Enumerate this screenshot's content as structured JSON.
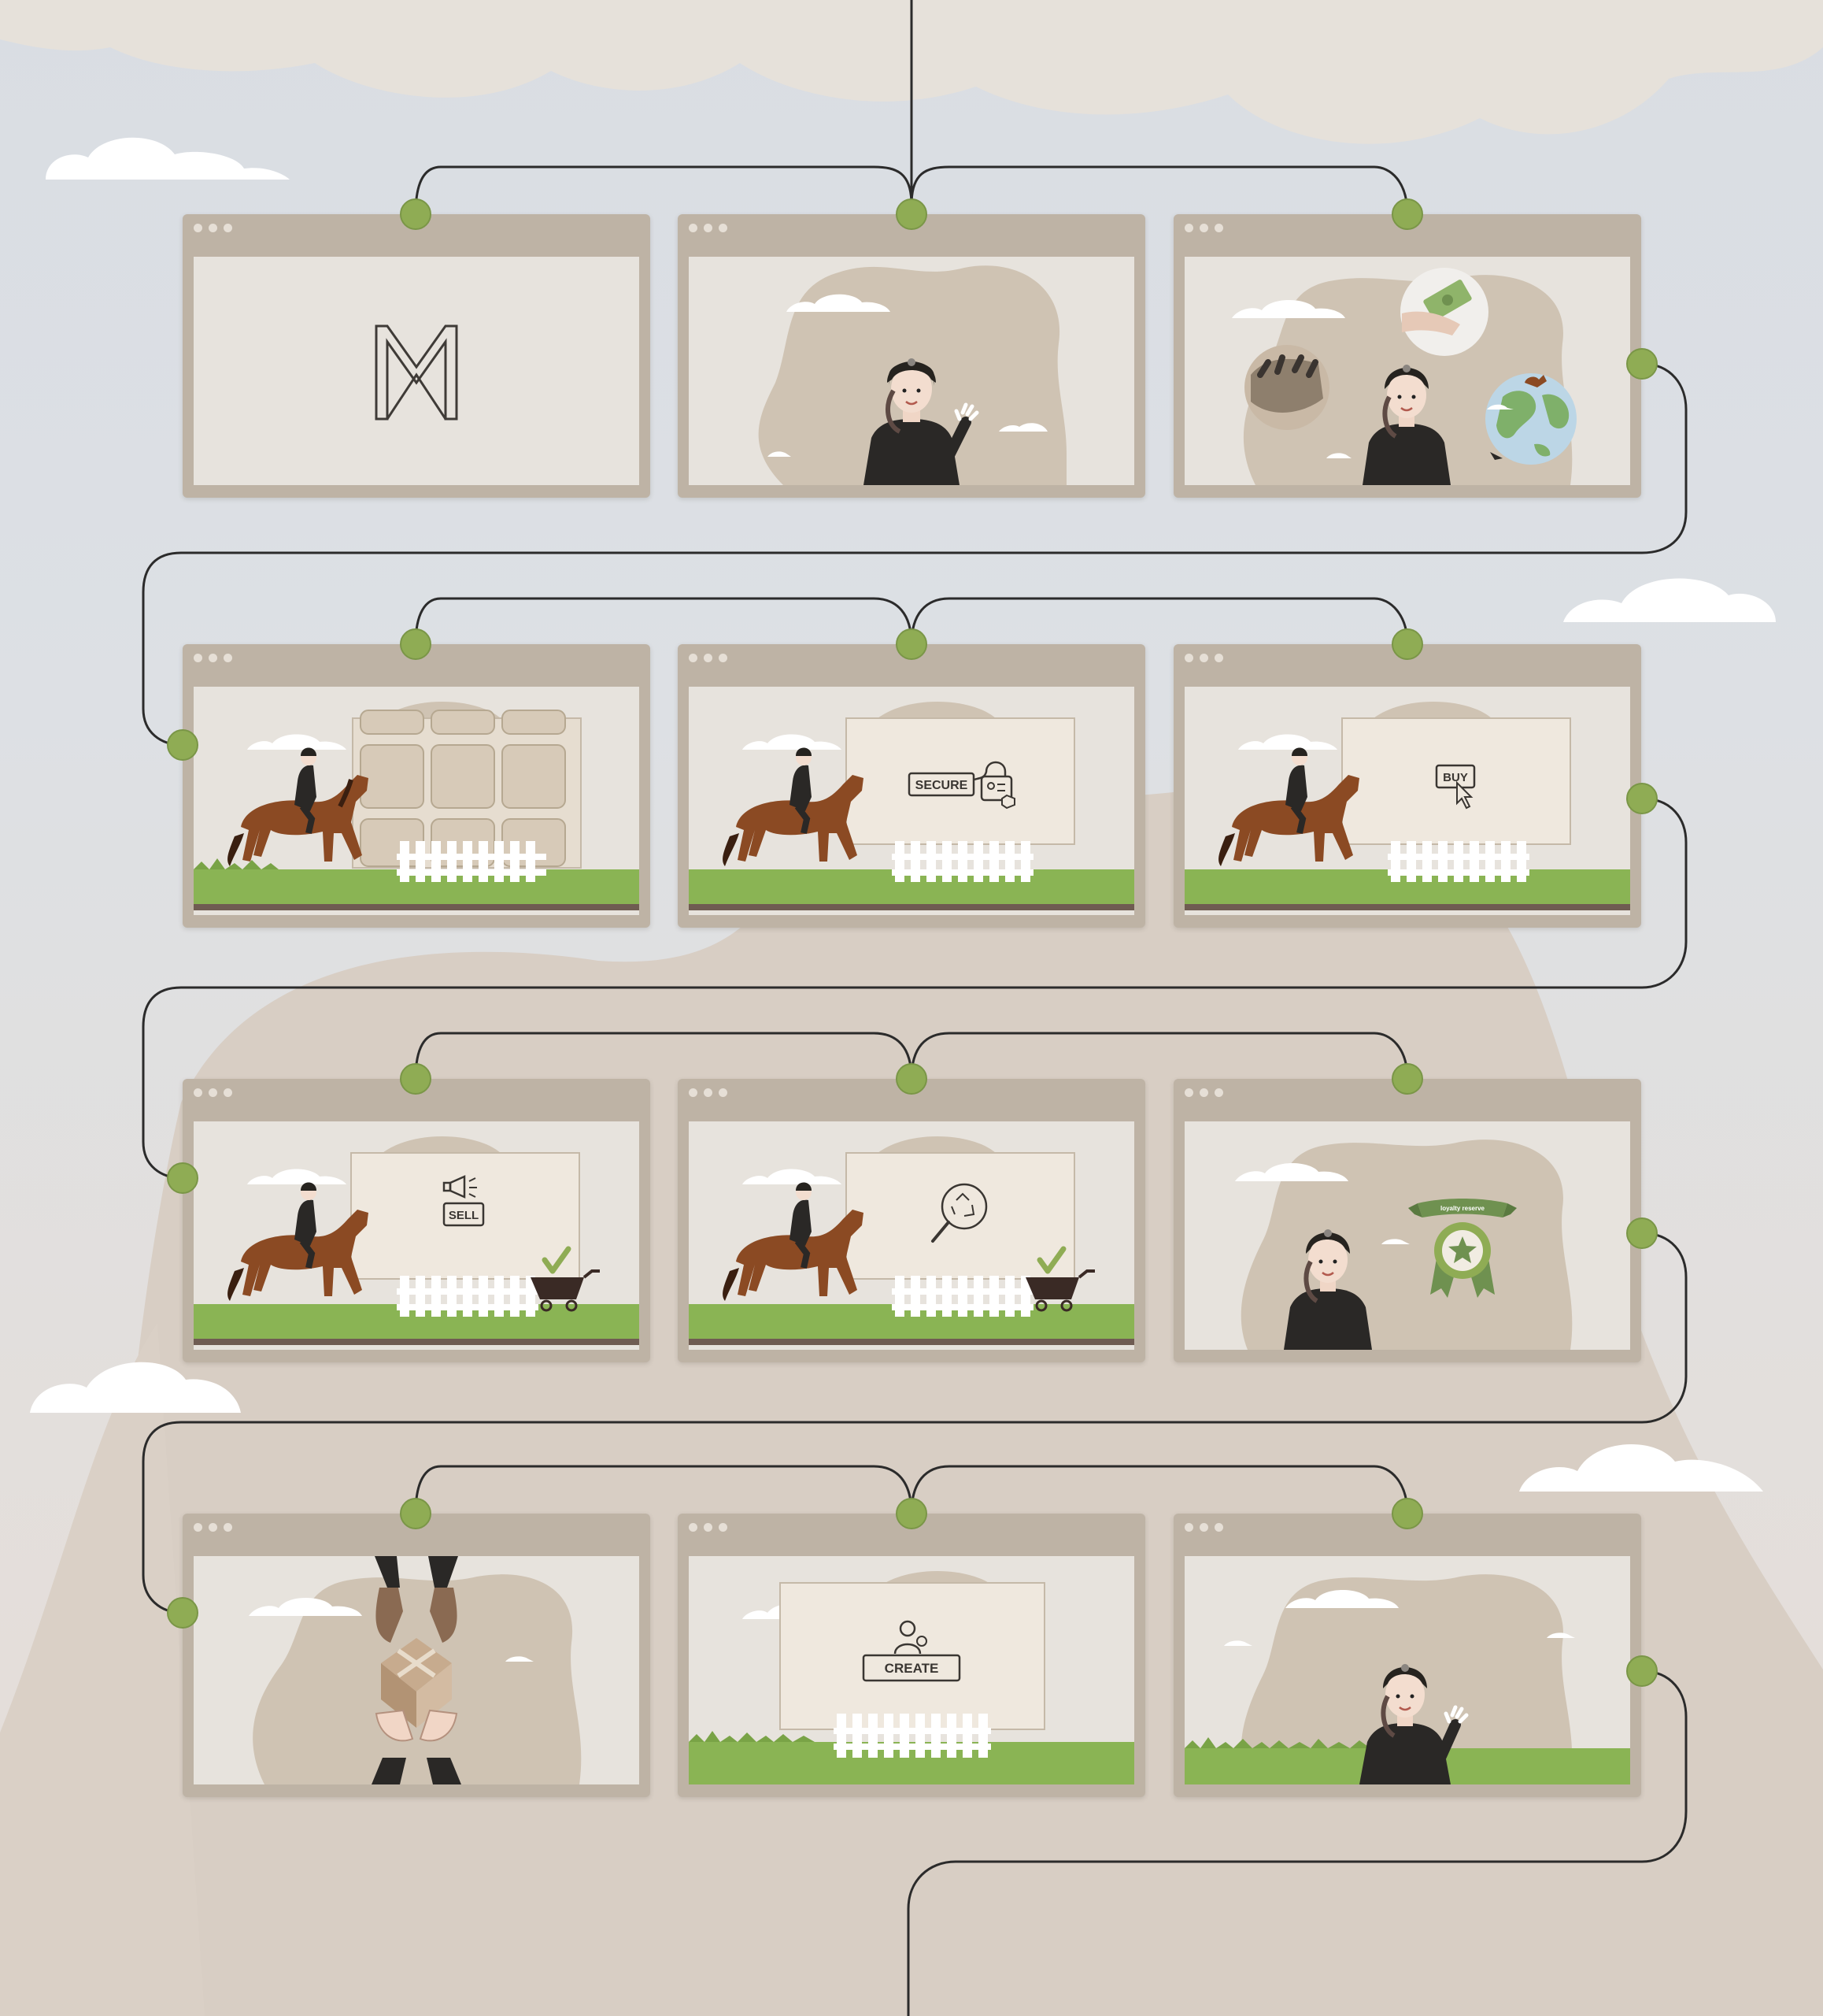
{
  "diagram": {
    "frames": [
      {
        "id": 1,
        "scene": "logo"
      },
      {
        "id": 2,
        "scene": "rider-wave"
      },
      {
        "id": 3,
        "scene": "rider-globe-money"
      },
      {
        "id": 4,
        "scene": "horse-grid"
      },
      {
        "id": 5,
        "scene": "horse-secure",
        "label": "SECURE"
      },
      {
        "id": 6,
        "scene": "horse-buy",
        "label": "BUY"
      },
      {
        "id": 7,
        "scene": "horse-sell",
        "label": "SELL"
      },
      {
        "id": 8,
        "scene": "horse-recycle"
      },
      {
        "id": 9,
        "scene": "rider-badge",
        "label": "loyalty reserve"
      },
      {
        "id": 10,
        "scene": "hands-package"
      },
      {
        "id": 11,
        "scene": "create-account",
        "label": "CREATE"
      },
      {
        "id": 12,
        "scene": "rider-wave-grass"
      }
    ],
    "colors": {
      "frame": "#beb3a5",
      "screen": "#e7e3dd",
      "connector": "#2b2b2b",
      "node": "#8fac54",
      "grass": "#8ab454",
      "blob": "#cfc3b3",
      "horse": "#8b4a23"
    }
  }
}
